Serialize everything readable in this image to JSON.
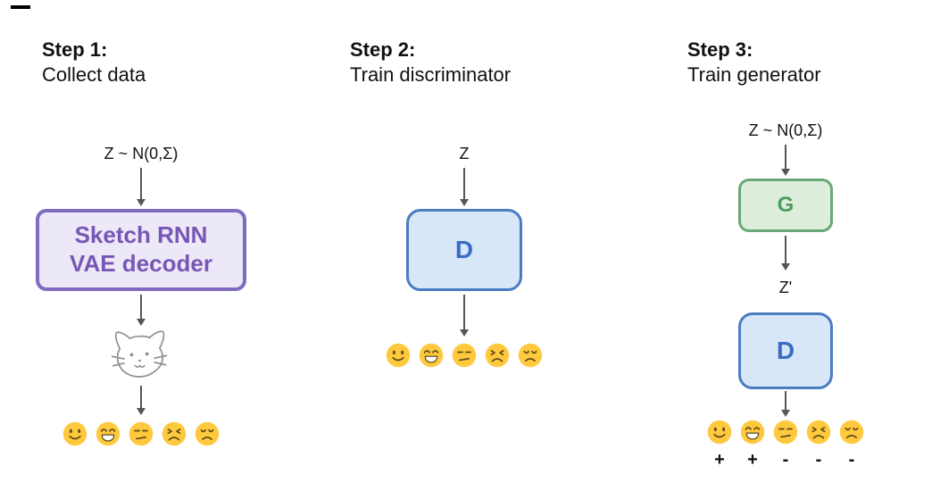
{
  "canvas": {
    "background": "#ffffff",
    "arrow_color": "#555555"
  },
  "steps": [
    {
      "title": "Step 1:",
      "subtitle": "Collect data",
      "input_label": "Z ~ N(0,Σ)",
      "box": {
        "lines": [
          "Sketch RNN",
          "VAE decoder"
        ],
        "fill": "#ece8f7",
        "border": "#7f6cc0",
        "text_color": "#7757b5"
      },
      "sketch_icon": "cat-doodle",
      "emojis": [
        "slightly-smiling",
        "grinning",
        "unamused",
        "persevering",
        "disappointed"
      ]
    },
    {
      "title": "Step 2:",
      "subtitle": "Train discriminator",
      "input_label": "Z",
      "box": {
        "label": "D",
        "fill": "#d8e7f8",
        "border": "#4a7cc2",
        "text_color": "#3a6cc4"
      },
      "emojis": [
        "slightly-smiling",
        "grinning",
        "unamused",
        "persevering",
        "disappointed"
      ]
    },
    {
      "title": "Step 3:",
      "subtitle": "Train generator",
      "input_label": "Z ~ N(0,Σ)",
      "generator_box": {
        "label": "G",
        "fill": "#ddeedd",
        "border": "#69a877",
        "text_color": "#4e9d60"
      },
      "intermediate_label": "Z'",
      "discriminator_box": {
        "label": "D",
        "fill": "#d8e7f8",
        "border": "#4a7cc2",
        "text_color": "#3a6cc4"
      },
      "emojis": [
        "slightly-smiling",
        "grinning",
        "unamused",
        "persevering",
        "disappointed"
      ],
      "signs": [
        "+",
        "+",
        "-",
        "-",
        "-"
      ]
    }
  ]
}
